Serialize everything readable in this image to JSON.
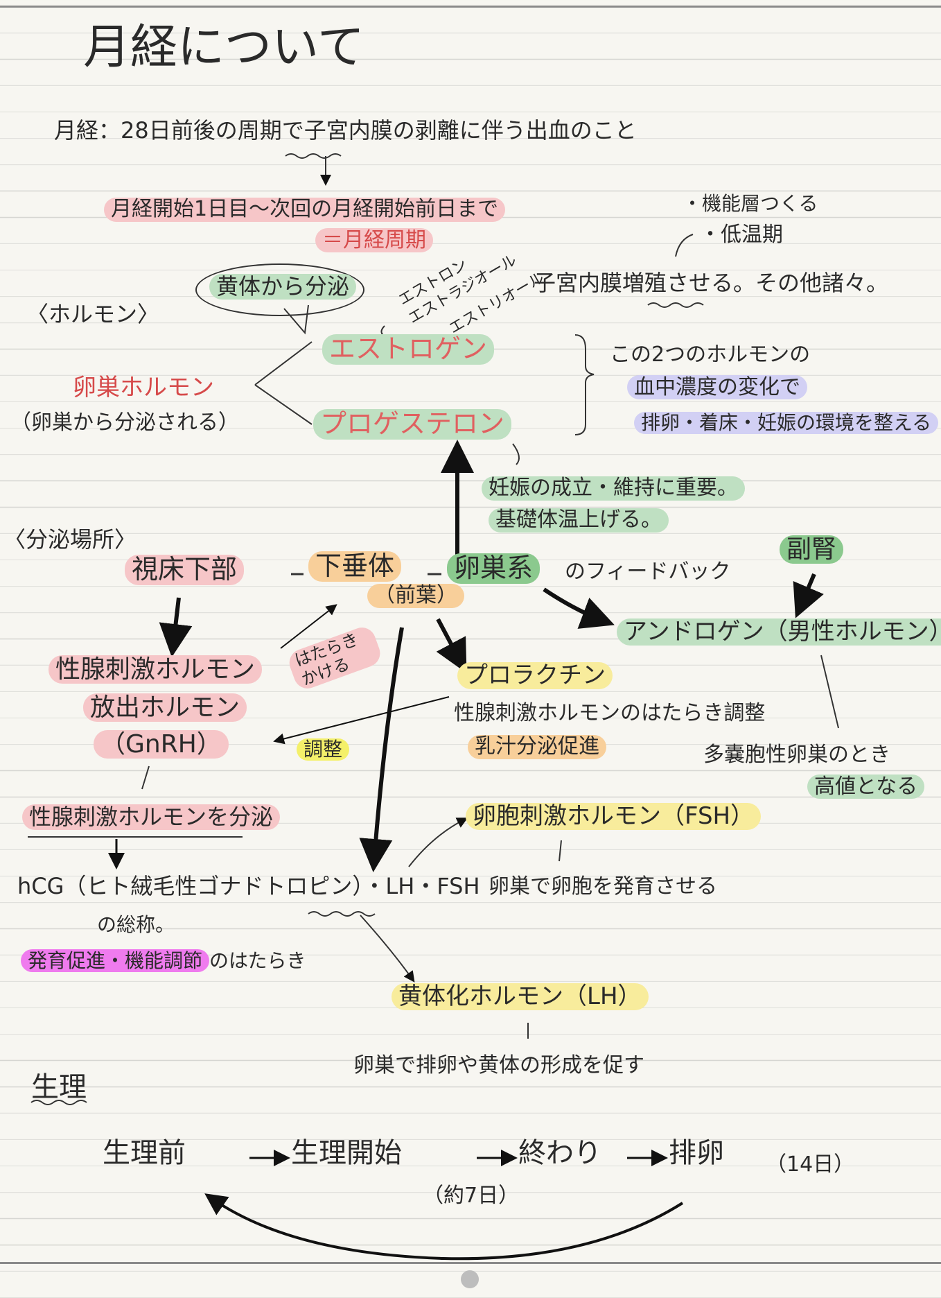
{
  "title": "月経について",
  "definition": "月経：28日前後の周期で子宮内膜の剥離に伴う出血のこと",
  "cycle_range": "月経開始1日目～次回の月経開始前日まで",
  "cycle_name": "＝月経周期",
  "functional_layer": "・機能層つくる",
  "low_temp": "・低温期",
  "estrogen_types": [
    "エストロン",
    "エストラジオール",
    "エストリオール"
  ],
  "estrogen_effect": "子宮内膜増殖させる。その他諸々。",
  "corpus_luteum_secretion": "黄体から分泌",
  "hormone_header": "〈ホルモン〉",
  "ovarian_hormone": "卵巣ホルモン",
  "ovarian_hormone_note": "（卵巣から分泌される）",
  "estrogen": "エストロゲン",
  "progesterone": "プロゲステロン",
  "two_hormones_line1": "この2つのホルモンの",
  "two_hormones_line2": "血中濃度の変化で",
  "two_hormones_line3": "排卵・着床・妊娠の環境を整える",
  "progesterone_effect1": "妊娠の成立・維持に重要。",
  "progesterone_effect2": "基礎体温上げる。",
  "secretion_site_header": "〈分泌場所〉",
  "hypothalamus": "視床下部",
  "pituitary": "下垂体",
  "pituitary_anterior": "（前葉）",
  "ovary_system": "卵巣系",
  "feedback": "のフィードバック",
  "adrenal": "副腎",
  "androgen": "アンドロゲン（男性ホルモン）",
  "gnrh_line1": "性腺刺激ホルモン",
  "gnrh_line2": "放出ホルモン",
  "gnrh_line3": "（GnRH）",
  "acts_on": "はたらきかける",
  "prolactin": "プロラクチン",
  "prolactin_effect1": "性腺刺激ホルモンのはたらき調整",
  "prolactin_effect2": "乳汁分泌促進",
  "regulate": "調整",
  "pcos_line1": "多嚢胞性卵巣のとき",
  "pcos_line2": "高値となる",
  "gonadotropin_secrete": "性腺刺激ホルモンを分泌",
  "fsh": "卵胞刺激ホルモン（FSH）",
  "fsh_effect": "卵巣で卵胞を発育させる",
  "hcg_line": "hCG（ヒト絨毛性ゴナドトロピン）・LH・FSH",
  "hcg_general": "の総称。",
  "growth_function": "発育促進・機能調節",
  "growth_function_suffix": "のはたらき",
  "lh": "黄体化ホルモン（LH）",
  "lh_effect": "卵巣で排卵や黄体の形成を促す",
  "physiology_header": "生理",
  "cycle_flow": [
    "生理前",
    "生理開始",
    "終わり",
    "排卵"
  ],
  "ovulation_day": "（14日）",
  "period_length": "（約7日）"
}
